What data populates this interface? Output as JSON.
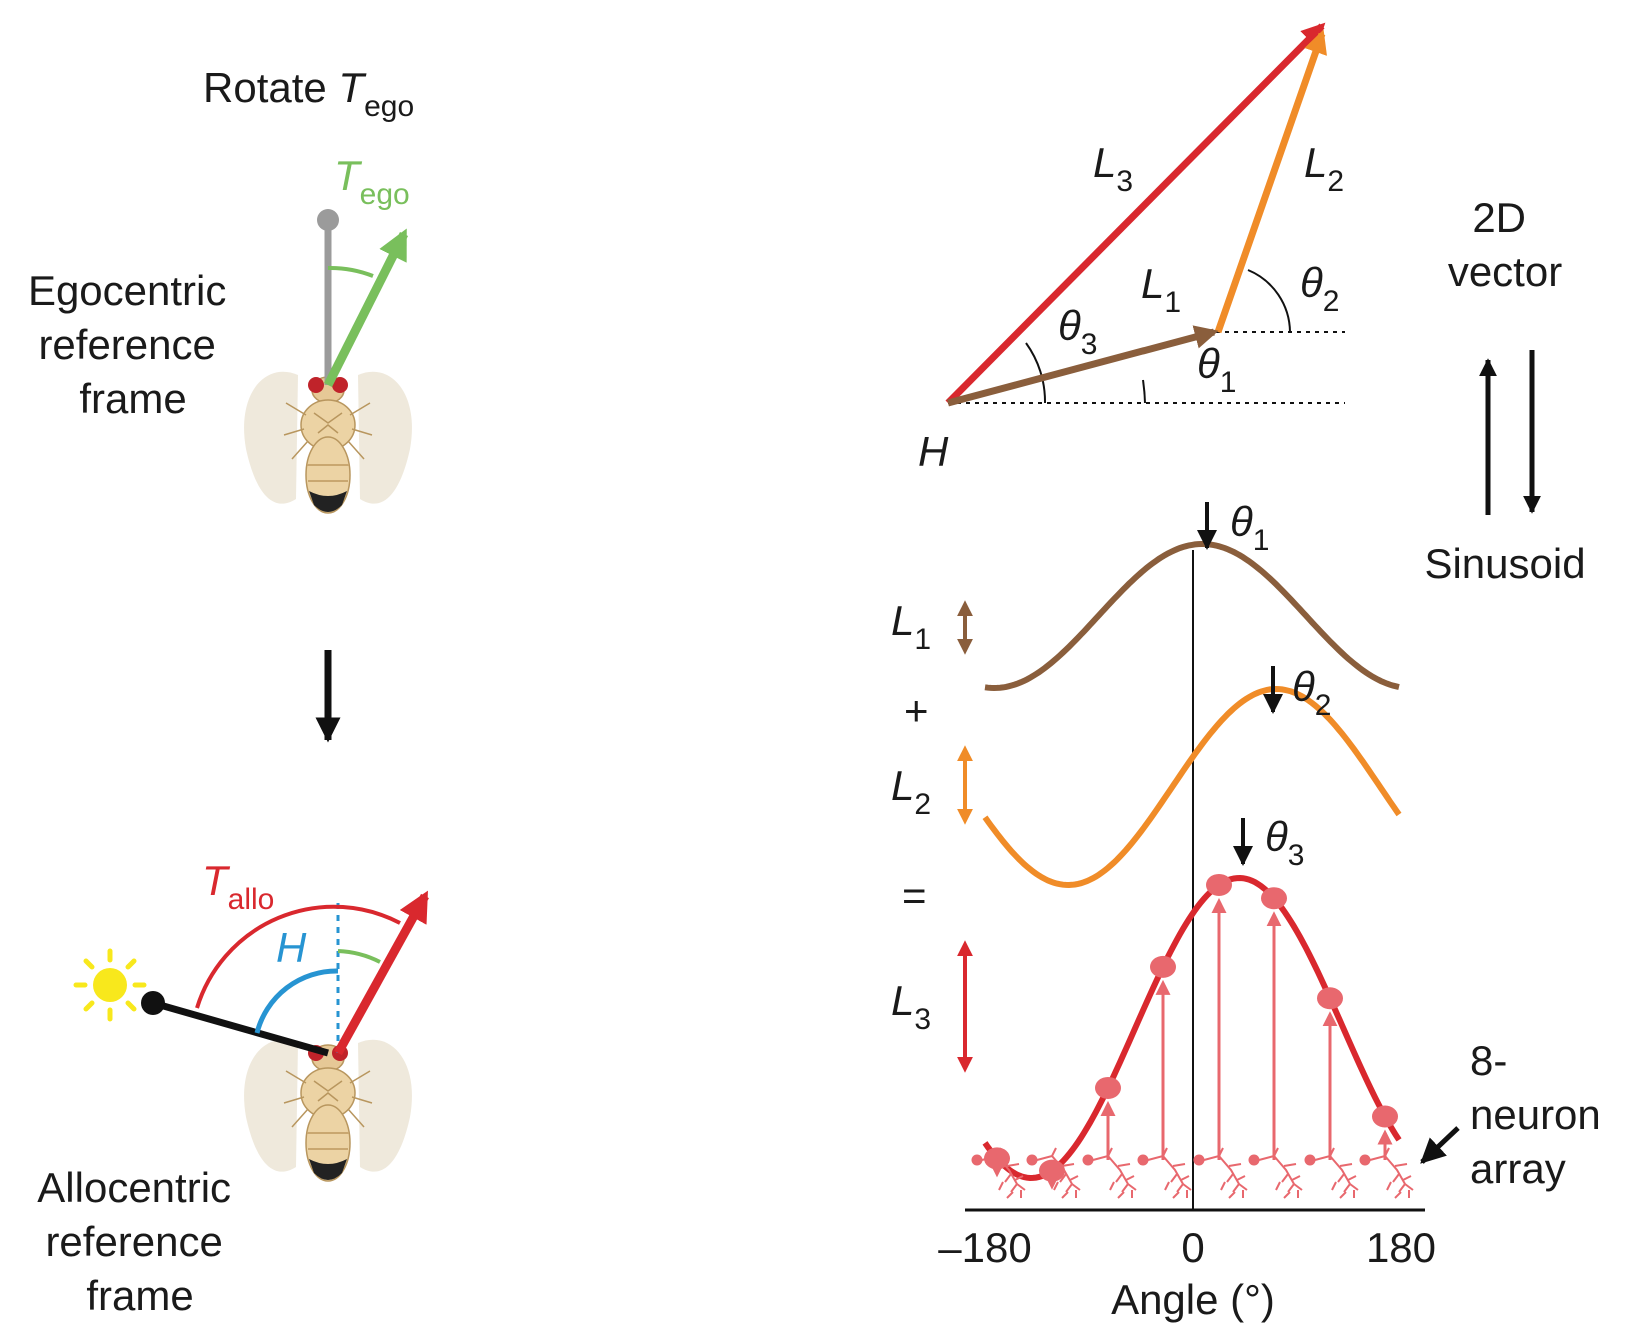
{
  "left_panel": {
    "title_prefix": "Rotate ",
    "title_var": "T",
    "title_sub": "ego",
    "tego_var": "T",
    "tego_sub": "ego",
    "ego_frame": [
      "Egocentric",
      "reference",
      "frame"
    ],
    "tallo_var": "T",
    "tallo_sub": "allo",
    "heading_label": "H",
    "allo_frame": [
      "Allocentric",
      "reference",
      "frame"
    ]
  },
  "vector_diagram": {
    "l3_var": "L",
    "l3_sub": "3",
    "l2_var": "L",
    "l2_sub": "2",
    "l1_var": "L",
    "l1_sub": "1",
    "theta2_var": "θ",
    "theta2_sub": "2",
    "theta3_var": "θ",
    "theta3_sub": "3",
    "theta1_var": "θ",
    "theta1_sub": "1",
    "origin_label": "H"
  },
  "conversion": {
    "top_label": [
      "2D",
      "vector"
    ],
    "bottom_label": "Sinusoid"
  },
  "sinusoids": {
    "plus": "+",
    "equals": "=",
    "l1_var": "L",
    "l1_sub": "1",
    "l2_var": "L",
    "l2_sub": "2",
    "l3_var": "L",
    "l3_sub": "3",
    "theta1_var": "θ",
    "theta1_sub": "1",
    "theta2_var": "θ",
    "theta2_sub": "2",
    "theta3_var": "θ",
    "theta3_sub": "3",
    "array_label": [
      "8-",
      "neuron",
      "array"
    ],
    "tick_labels": [
      "–180",
      "0",
      "180"
    ],
    "xlabel": "Angle (°)"
  },
  "colors": {
    "brown": "#8a5e3c",
    "orange": "#f08c28",
    "red": "#d9282e",
    "green": "#79bf5c",
    "blue": "#2794d2",
    "grey": "#9b9b9b",
    "sun": "#f8e81c",
    "neuron": "#e8686e"
  }
}
